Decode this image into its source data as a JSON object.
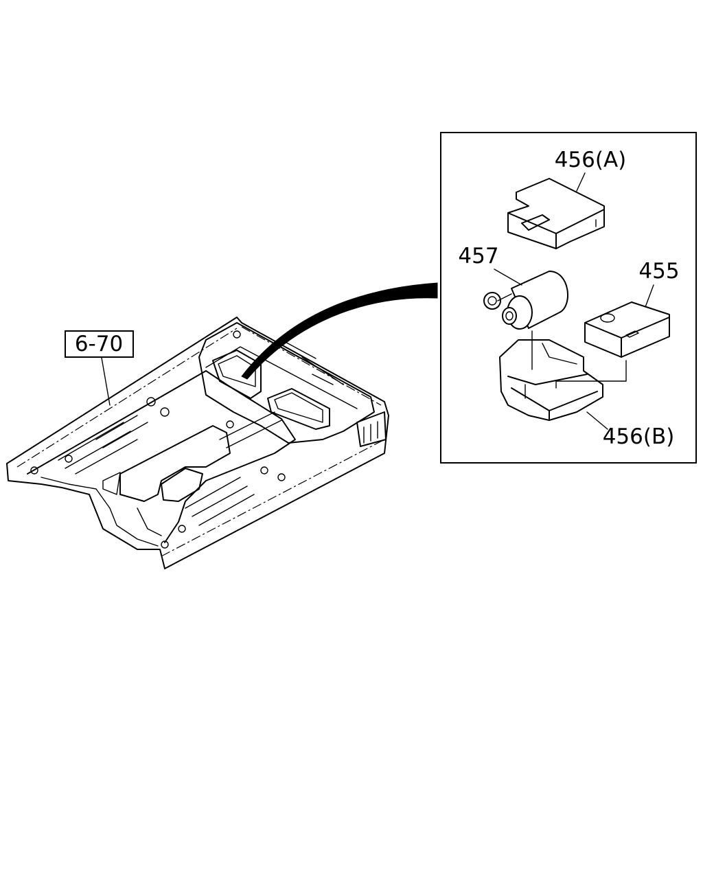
{
  "callouts": {
    "floor_ref": "6-70",
    "cover_upper": "456(A)",
    "filter": "457",
    "block": "455",
    "tray_lower": "456(B)"
  }
}
